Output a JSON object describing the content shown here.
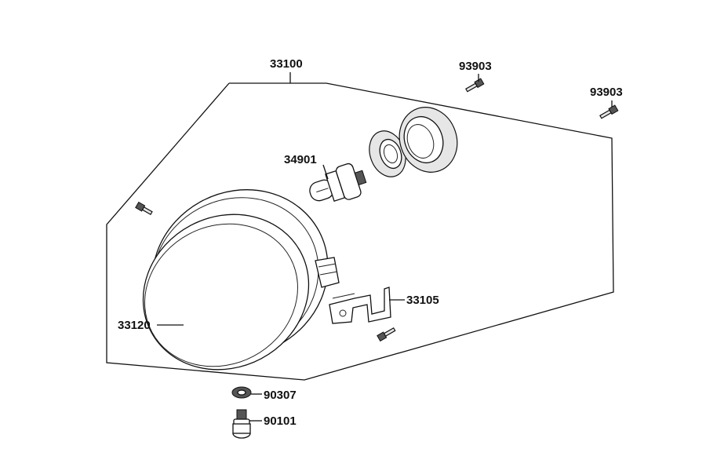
{
  "parts": {
    "headlamp_assembly": "33100",
    "screw_top_1": "93903",
    "screw_top_2": "93903",
    "bulb": "34901",
    "bracket": "33105",
    "lens_unit": "33120",
    "lock_washer": "90307",
    "bolt": "90101"
  }
}
